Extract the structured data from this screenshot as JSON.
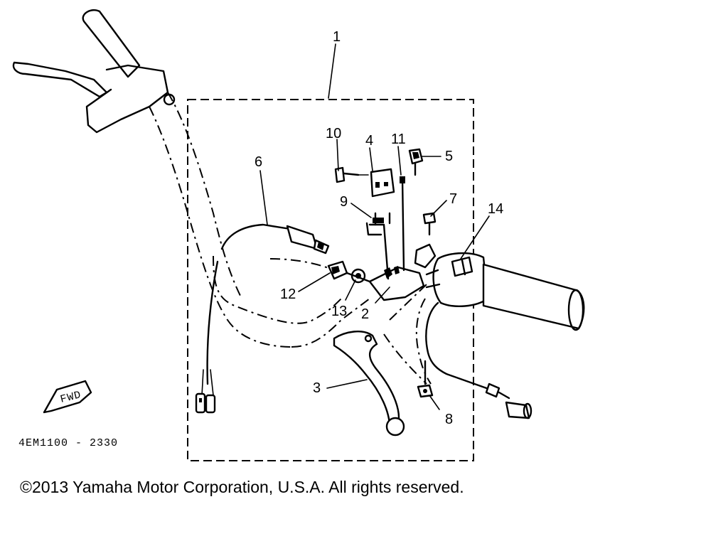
{
  "diagram": {
    "callouts": [
      {
        "id": "1",
        "label": "1"
      },
      {
        "id": "2",
        "label": "2"
      },
      {
        "id": "3",
        "label": "3"
      },
      {
        "id": "4",
        "label": "4"
      },
      {
        "id": "5",
        "label": "5"
      },
      {
        "id": "6",
        "label": "6"
      },
      {
        "id": "7",
        "label": "7"
      },
      {
        "id": "8",
        "label": "8"
      },
      {
        "id": "9",
        "label": "9"
      },
      {
        "id": "10",
        "label": "10"
      },
      {
        "id": "11",
        "label": "11"
      },
      {
        "id": "12",
        "label": "12"
      },
      {
        "id": "13",
        "label": "13"
      },
      {
        "id": "14",
        "label": "14"
      }
    ],
    "fwd_label": "FWD",
    "part_code": "4EM1100 - 2330"
  },
  "copyright": "©2013 Yamaha Motor Corporation, U.S.A. All rights reserved."
}
